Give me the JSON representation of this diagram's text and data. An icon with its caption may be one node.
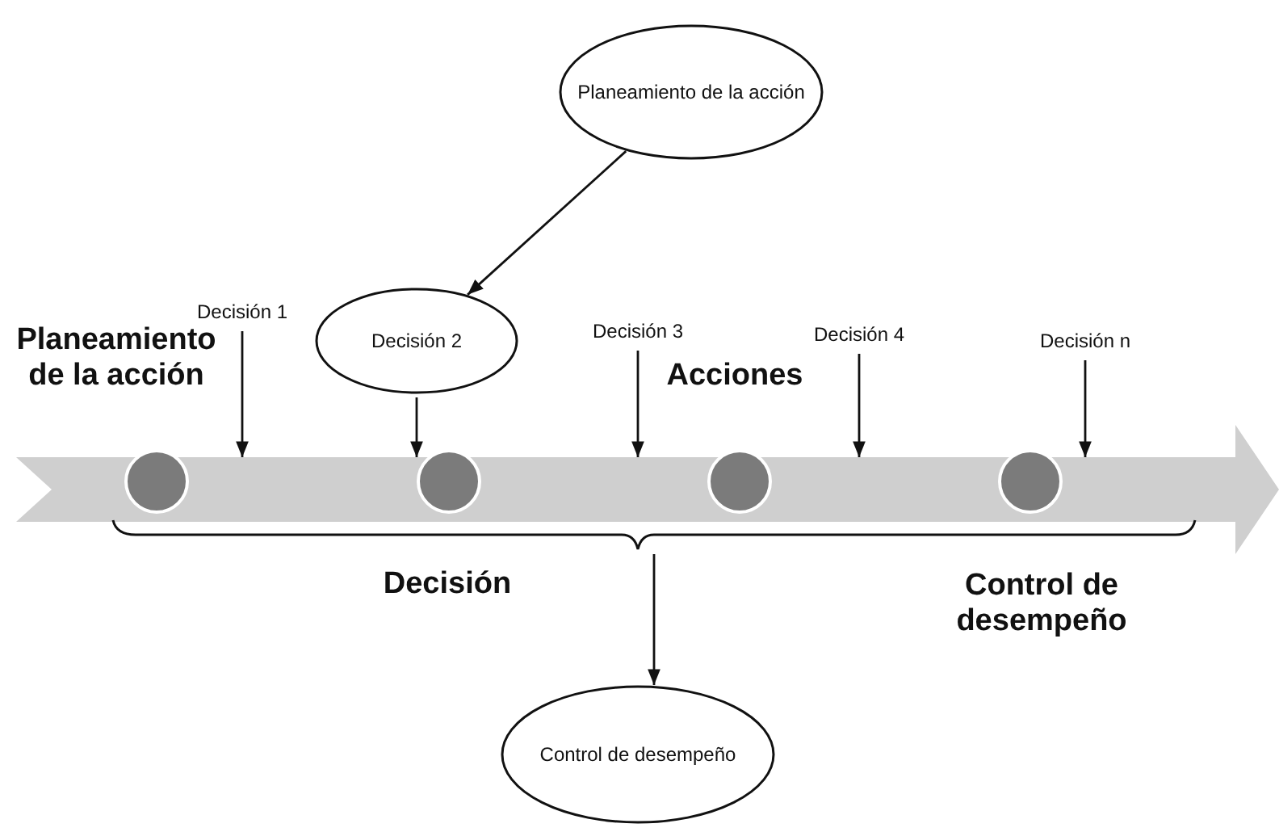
{
  "diagram": {
    "nodes": [
      {
        "text": [
          "Planeamiento de la acción"
        ]
      },
      {
        "text": [
          "Decisión 1"
        ]
      },
      {
        "text": [
          "Decisión 2"
        ]
      },
      {
        "text": [
          "Decisión 3"
        ]
      },
      {
        "text": [
          "Decisión 4"
        ]
      },
      {
        "text": [
          "Decisión n"
        ]
      },
      {
        "text": [],
        "shape": "arrow"
      },
      {
        "text": [],
        "shape": "circle",
        "in": 6
      },
      {
        "text": [],
        "shape": "circle",
        "in": 6
      },
      {
        "text": [],
        "shape": "circle",
        "in": 6
      },
      {
        "text": [],
        "shape": "circle",
        "in": 6
      },
      {
        "text": [
          "Control de desempeño"
        ]
      },
      {
        "text": [],
        "shape": "bracket"
      }
    ],
    "edges": [
      {
        "from": 0,
        "to": 2,
        "arrow": "to"
      },
      {
        "from": 1,
        "to": 6,
        "arrow": "to"
      },
      {
        "from": 2,
        "to": 6,
        "arrow": "to"
      },
      {
        "from": 3,
        "to": 6,
        "arrow": "to"
      },
      {
        "from": 4,
        "to": 6,
        "arrow": "to"
      },
      {
        "from": 5,
        "to": 6,
        "arrow": "to"
      },
      {
        "from": 12,
        "to": 11,
        "arrow": "to"
      }
    ],
    "labels": [
      "Planeamiento de la acción",
      "Acciones",
      "Decisión",
      "Control de desempeño"
    ]
  }
}
